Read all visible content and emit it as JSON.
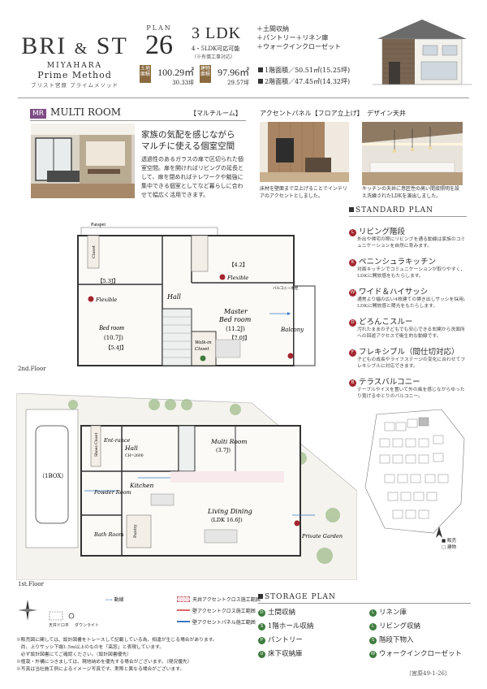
{
  "brand": {
    "name_a": "BRI",
    "amp": "&",
    "name_b": "ST",
    "sub1": "MIYAHARA",
    "sub2": "Prime Method",
    "sub3": "ブリスト宮原 プライムメソッド"
  },
  "plan": {
    "label": "PLAN",
    "number": "26",
    "type": "3 LDK",
    "type_note": "4・5LDK可応可能",
    "type_note2": "（※有償工事対応）",
    "features": [
      "＋土間収納",
      "＋パントリー＋リネン庫",
      "＋ウォークインクローゼット"
    ]
  },
  "areas": {
    "land_tag": "土地面積",
    "land_m2": "100.29㎡",
    "land_tsubo": "30.33坪",
    "bldg_tag": "建物面積",
    "bldg_m2": "97.96㎡",
    "bldg_tsubo": "29.57坪",
    "floor1": "1階面積／50.51㎡(15.25坪)",
    "floor2": "2階面積／47.45㎡(14.32坪)"
  },
  "multi_room": {
    "badge": "MR",
    "title_en": "MULTI ROOM",
    "title_jp": "【マルチルーム】",
    "headline1": "家族の気配を感じながら",
    "headline2": "マルチに使える個室空間",
    "body": "透過性のあるガラスの扉で区切られた個室空間。扉を開ければリビングの延長として、扉を閉めればテレワークや勉強に集中できる個室としてなど暮らしに合わせて幅広く活用できます。"
  },
  "accent_panel": {
    "title": "アクセントパネル【フロア立上げ】",
    "caption": "床材を壁面まで立上げることでインテリアのアクセントとしました。"
  },
  "design_ceiling": {
    "title": "デザイン天井",
    "caption": "キッチンの天井に意匠性の高い間接照明を設え洗練されたLDKを演出しました。"
  },
  "standard_plan": {
    "heading": "STANDARD PLAN",
    "items": [
      {
        "badge": "L",
        "title": "リビング階段",
        "desc": "外出や帰宅の際にリビングを通る動線は家族のコミュニケーションを自然に育みます。"
      },
      {
        "badge": "K",
        "title": "ペニンシュラキッチン",
        "desc": "対面キッチンでコミュニケーションが取りやすく、LDKに開放感をもたらします。"
      },
      {
        "badge": "W",
        "title": "ワイド＆ハイサッシ",
        "desc": "通常より幅の広い4枚建ての掃き出しサッシを採用。LDKに開放感と陽光をもたらします。"
      },
      {
        "badge": "D",
        "title": "どろんこスルー",
        "desc": "汚れたままの子どもでも安心できる玄関から洗面所への回遊アクセスで衛生的な動線です。"
      },
      {
        "badge": "F",
        "title": "フレキシブル（間仕切対応）",
        "desc": "子どもの成長やライフステージの変化に合わせてフレキシブルに対応できます。"
      },
      {
        "badge": "B",
        "title": "テラスバルコニー",
        "desc": "テーブルやイスを置いて外の風を感じながらゆったり寛げるゆとりのバルコニー。"
      }
    ]
  },
  "floor2": {
    "label": "2nd.Floor",
    "parapet": "Parapet",
    "closet": "Closet",
    "bedroom_l": "Bed room",
    "bedroom_l_size": "(10.7J)",
    "bedroom_l_split": "【5.4J】",
    "bedroom_l_split2": "【5.3J】",
    "flexible_l": "Flexible",
    "flexible_r": "Flexible",
    "hall": "Hall",
    "master": "Master",
    "master_room": "Bed room",
    "master_size": "(11.2J)",
    "master_split": "【7.0J】",
    "master_split2": "【4.2】",
    "walkin": "Walk-in",
    "walkin2": "Closet",
    "balcony": "Balcony",
    "balcony_note": "バルコニー水栓"
  },
  "floor1": {
    "label": "1st.Floor",
    "box": "（1BOX）",
    "entrance": "Ent-rance",
    "shoes": "Shoes Closet",
    "hall": "Hall",
    "hall_ch": "CH=2600",
    "powder": "Powder Room",
    "kitchen": "Kitchen",
    "bath": "Bath Room",
    "pantry": "Pantry",
    "multi": "Multi Room",
    "multi_size": "(3.7J)",
    "living": "Living Dining",
    "living_size": "(LDK 16.6J)",
    "garden": "Private Garden"
  },
  "sitemap": {
    "legend_gray": "■ 販売",
    "legend_white": "□ 建物"
  },
  "legend": {
    "flow": "動線",
    "ceiling_cross": "天井アクセントクロス施工範囲",
    "wall_cross": "壁アクセントクロス施工範囲",
    "wall_panel": "壁アクセントパネル施工範囲",
    "downlight": "ダウンライト",
    "ceiling_label": "天井ドロ平"
  },
  "notes": [
    "※販売図に関しては、設計図書をトレースして記載している為、相違が生じる場合があります。",
    "　尚、上りサッシ下端1.5m以上のものを「高窓」と表現しています。",
    "　必ず設計図書にてご確認ください。（設計図書優先）",
    "※植栽・外構につきましては、現地納めを優先する場合がございます。（現況優先）",
    "※写真は当社施工例によるイメージ写真です。実際と異なる場合がございます。"
  ],
  "storage": {
    "heading": "STORAGE PLAN",
    "left": [
      {
        "badge": "D",
        "label": "土間収納"
      },
      {
        "badge": "S",
        "label": "1階ホール収納"
      },
      {
        "badge": "P",
        "label": "パントリー"
      },
      {
        "badge": "U",
        "label": "床下収納庫"
      }
    ],
    "right": [
      {
        "badge": "L",
        "label": "リネン庫"
      },
      {
        "badge": "L",
        "label": "リビング収納"
      },
      {
        "badge": "S",
        "label": "階段下物入"
      },
      {
        "badge": "W",
        "label": "ウォークインクローゼット"
      }
    ]
  },
  "page_code": "〔宮原49-1-26〕"
}
